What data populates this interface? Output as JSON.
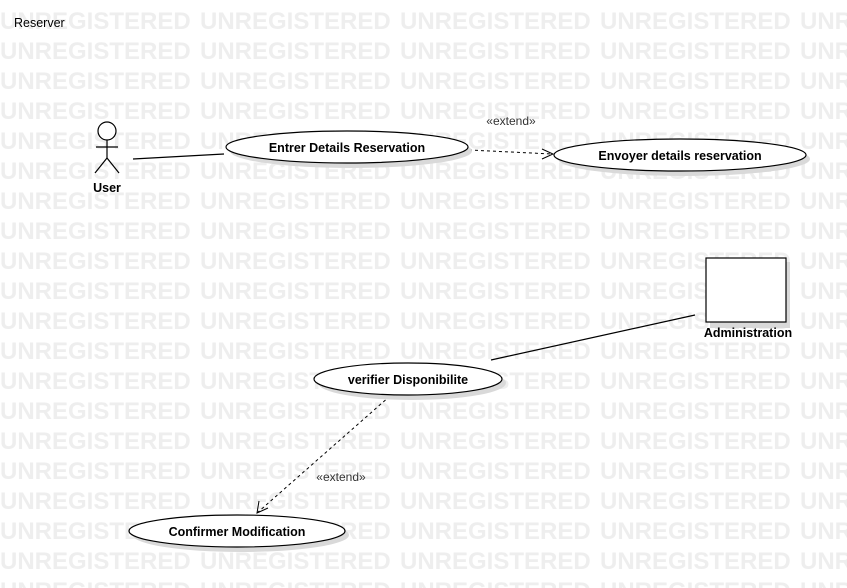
{
  "diagram": {
    "title": "Reserver",
    "watermark_text": "UNREGISTERED",
    "actors": {
      "user": {
        "label": "User"
      },
      "admin": {
        "label": "Administration"
      }
    },
    "use_cases": {
      "entrer": "Entrer Details Reservation",
      "envoyer": "Envoyer details reservation",
      "verifier": "verifier Disponibilite",
      "confirmer": "Confirmer Modification"
    },
    "relations": {
      "extend1_label": "«extend»",
      "extend2_label": "«extend»"
    }
  }
}
